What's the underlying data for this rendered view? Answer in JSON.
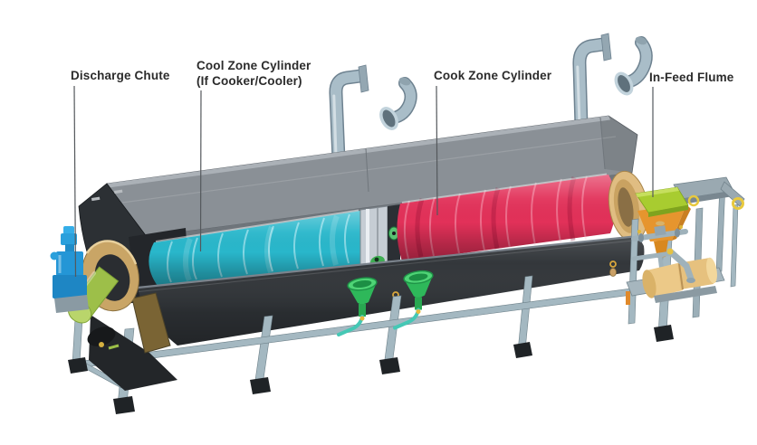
{
  "diagram": {
    "type": "equipment-diagram",
    "subject": "Rotary cooker-cooler machine labeled illustration",
    "background": "#ffffff",
    "labels": {
      "discharge_chute": "Discharge Chute",
      "cool_zone_line1": "Cool Zone Cylinder",
      "cool_zone_line2": "(If Cooker/Cooler)",
      "cook_zone": "Cook Zone Cylinder",
      "in_feed_flume": "In-Feed Flume"
    },
    "colors": {
      "label_text": "#2b2b2b",
      "leader_line": "#54585c",
      "hood": "#8a9096",
      "hood_end_cap": "#2c3034",
      "cool_zone": "#29b7cb",
      "cook_zone": "#e23159",
      "divider_band": "#c6cdd4",
      "trough": "#2f3337",
      "frame": "#a4b8c1",
      "exhaust_pipes": "#a9bdc8",
      "discharge_chute": "#9dbf49",
      "discharge_ring": "#c9a566",
      "riding_ring": "#e0bd82",
      "drive_motor": "#2496d6",
      "in_feed_flume": "#a8cc30",
      "in_feed_hopper": "#e6952e",
      "feed_pump": "#ecc988",
      "drain_funnel": "#2eb85a"
    }
  }
}
